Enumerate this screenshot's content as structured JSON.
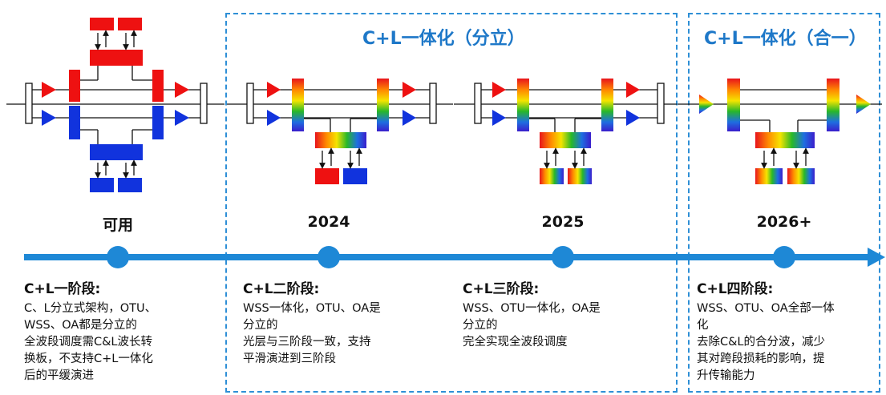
{
  "groups": {
    "split_title": "C+L一体化（分立）",
    "merged_title": "C+L一体化（合一）"
  },
  "timeline": {
    "labels": [
      "可用",
      "2024",
      "2025",
      "2026+"
    ]
  },
  "stages": [
    {
      "title": "C+L一阶段:",
      "lines": [
        "C、L分立式架构，OTU、",
        "WSS、OA都是分立的",
        "全波段调度需C&L波长转",
        "换板，不支持C+L一体化",
        "后的平缓演进"
      ]
    },
    {
      "title": "C+L二阶段:",
      "lines": [
        "WSS一体化，OTU、OA是",
        "分立的",
        "光层与三阶段一致，支持",
        "平滑演进到三阶段"
      ]
    },
    {
      "title": "C+L三阶段:",
      "lines": [
        "WSS、OTU一体化，OA是",
        "分立的",
        "完全实现全波段调度"
      ]
    },
    {
      "title": "C+L四阶段:",
      "lines": [
        "WSS、OTU、OA全部一体",
        "化",
        "去除C&L的合分波，减少",
        "其对跨段损耗的影响，提",
        "升传输能力"
      ]
    }
  ],
  "colors": {
    "accent": "#1e78c8",
    "timeline": "#1e88d6",
    "c_band": "#ee1111",
    "l_band": "#1133dd"
  }
}
